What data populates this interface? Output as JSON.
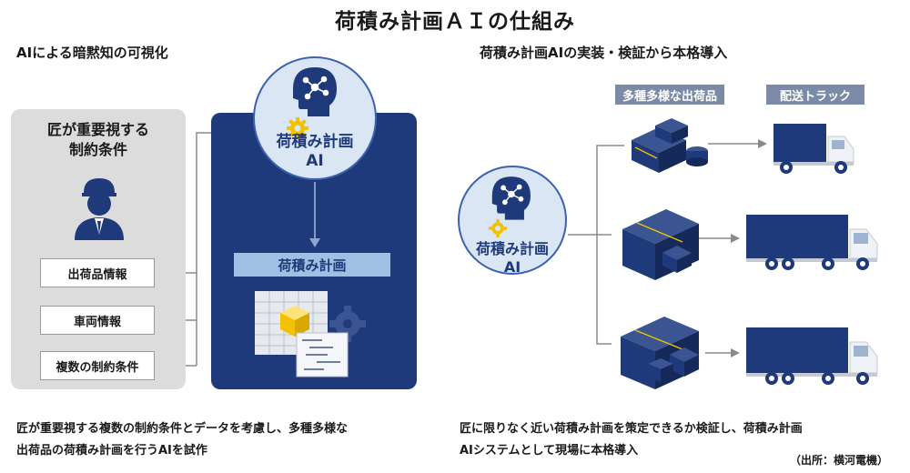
{
  "title": "荷積み計画ＡＩの仕組み",
  "left": {
    "heading": "AIによる暗黙知の可視化",
    "craftsman_label": "匠が重要視する\n制約条件",
    "inputs": [
      "出荷品情報",
      "車両情報",
      "複数の制約条件"
    ],
    "ai_label": "荷積み計画\nAI",
    "plan_label": "荷積み計画",
    "caption_line1": "匠が重要視する複数の制約条件とデータを考慮し、多種多様な",
    "caption_line2": "出荷品の荷積み計画を行うAIを試作"
  },
  "right": {
    "heading": "荷積み計画AIの実装・検証から本格導入",
    "cargo_label": "多種多様な出荷品",
    "truck_label": "配送トラック",
    "ai_label": "荷積み計画\nAI",
    "caption_line1": "匠に限りなく近い荷積み計画を策定できるか検証し、荷積み計画",
    "caption_line2": "AIシステムとして現場に本格導入"
  },
  "source": "（出所：横河電機）",
  "colors": {
    "navy": "#1e3a7a",
    "light_blue": "#9fc0e3",
    "circle_fill": "#dbe6f4",
    "gray_panel": "#dcdcdc",
    "chip_gray": "#7b8aa6",
    "gear_yellow": "#f2c200"
  },
  "icons": [
    "head-network-icon",
    "gear-icon",
    "worker-icon",
    "cube-icon",
    "cargo-boxes-icon",
    "truck-icon"
  ]
}
